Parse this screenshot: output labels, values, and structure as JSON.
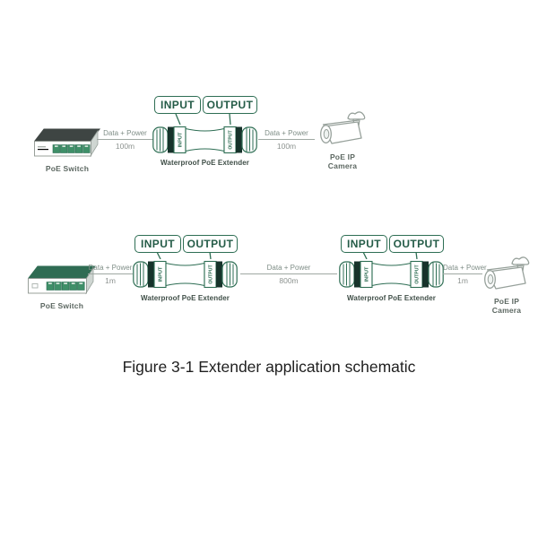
{
  "caption": "Figure 3-1 Extender application schematic",
  "shared": {
    "data_power_label": "Data + Power",
    "input_label": "INPUT",
    "output_label": "OUTPUT",
    "switch_label": "PoE Switch",
    "extender_label": "Waterproof PoE Extender",
    "camera_label": "PoE IP Camera"
  },
  "rows": [
    {
      "name": "single-extender-run",
      "segments": [
        {
          "distance": "100m"
        },
        {
          "distance": "100m"
        }
      ]
    },
    {
      "name": "dual-extender-run",
      "segments": [
        {
          "distance": "1m"
        },
        {
          "distance": "800m"
        },
        {
          "distance": "1m"
        }
      ]
    }
  ],
  "colors": {
    "accent_green": "#2e6e54",
    "dark_band": "#17332b",
    "device_gray": "#97a19b",
    "line_gray": "#a0a8a3",
    "switch_top_row1": "#3e4543",
    "switch_top_row2": "#2f6c53",
    "port_green": "#3f8f68",
    "caption_color": "#1f1f1f"
  }
}
